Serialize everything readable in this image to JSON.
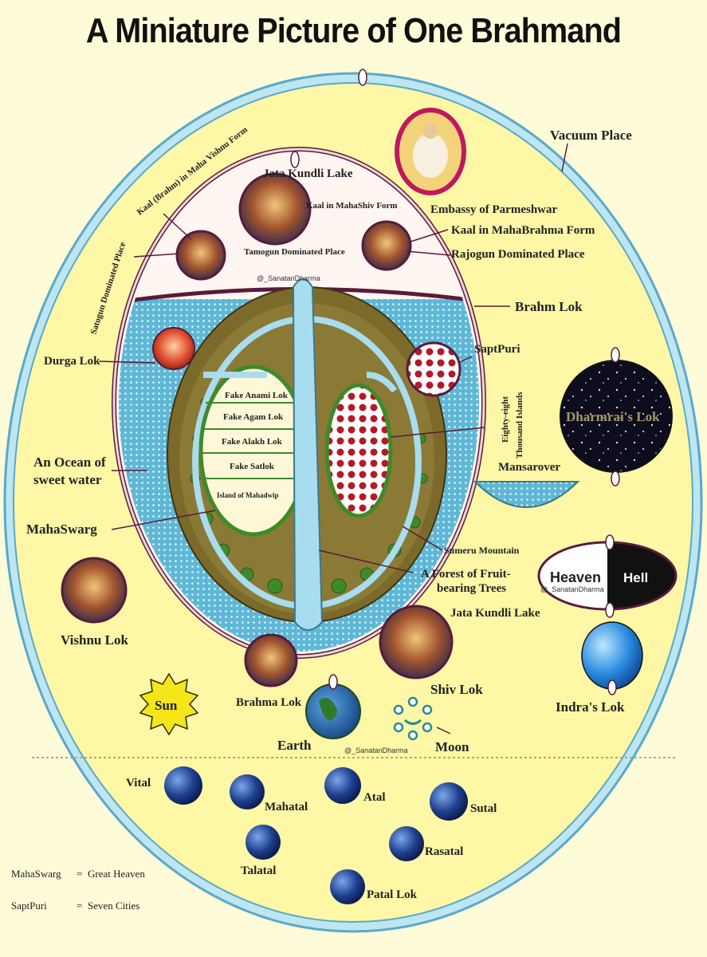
{
  "title": "A Miniature Picture of One Brahmand",
  "watermark": "@_SanatanDharma",
  "colors": {
    "background": "#fdfbd8",
    "outer_ring": "#8ccfe0",
    "ocean": "#5fb7d6",
    "forest": "#7b6a2a",
    "plum": "#5a1a3a"
  },
  "labels": {
    "vacuum_place": "Vacuum Place",
    "embassy": "Embassy of Parmeshwar",
    "kaal_mahabrahma": "Kaal in MahaBrahma Form",
    "rajogun": "Rajogun Dominated Place",
    "kaal_mahavishnu": "Kaal (Brahm) in Maha Vishnu Form",
    "satogun": "Satogun Dominated Place",
    "jata_kundli_top": "Jata Kundli Lake",
    "kaal_mahashiv": "Kaal in MahaShiv Form",
    "tamogun": "Tamogun Dominated Place",
    "brahm_lok": "Brahm Lok",
    "durga_lok": "Durga Lok",
    "saptpuri": "SaptPuri",
    "eighty_eight": "Eighty-eight",
    "thousand_islands": "Thousand Islands",
    "dharmrai_lok": "Dharmrai's Lok",
    "mansarover": "Mansarover",
    "ocean_line1": "An Ocean of",
    "ocean_line2": "sweet water",
    "mahaswarg": "MahaSwarg",
    "fake_anami": "Fake Anami Lok",
    "fake_agam": "Fake Agam Lok",
    "fake_alakh": "Fake Alakh Lok",
    "fake_satlok": "Fake Satlok",
    "island_mahadwip": "Island of Mahadwip",
    "sumeru": "Sumeru Mountain",
    "forest_line1": "A Forest of Fruit-",
    "forest_line2": "bearing Trees",
    "heaven": "Heaven",
    "hell": "Hell",
    "jata_kundli_lower": "Jata Kundli Lake",
    "vishnu_lok": "Vishnu Lok",
    "shiv_lok": "Shiv Lok",
    "sun": "Sun",
    "brahma_lok": "Brahma Lok",
    "earth": "Earth",
    "moon": "Moon",
    "indra_lok": "Indra's Lok",
    "vital": "Vital",
    "mahatal": "Mahatal",
    "atal": "Atal",
    "sutal": "Sutal",
    "talatal": "Talatal",
    "rasatal": "Rasatal",
    "patal_lok": "Patal Lok"
  },
  "legend": [
    {
      "term": "MahaSwarg",
      "sep": "=",
      "meaning": "Great Heaven"
    },
    {
      "term": "SaptPuri",
      "sep": "=",
      "meaning": "Seven Cities"
    }
  ]
}
